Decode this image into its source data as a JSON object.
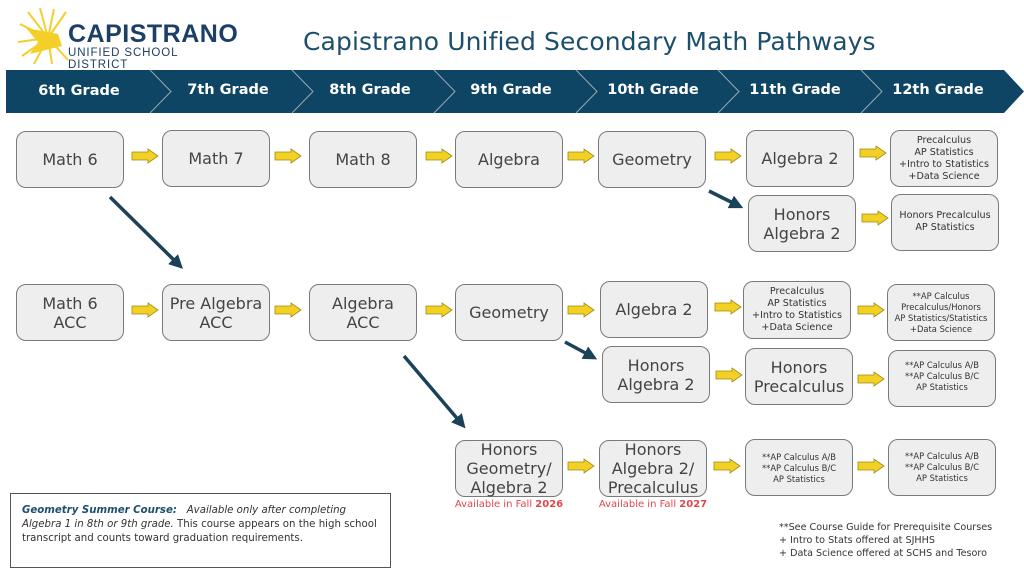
{
  "logo": {
    "main": "CAPISTRANO",
    "sub": "UNIFIED SCHOOL DISTRICT"
  },
  "title": "Capistrano Unified Secondary Math Pathways",
  "colors": {
    "header_bar": "#0f4564",
    "arrow_yellow": "#f2d124",
    "diag_arrow": "#1b4259",
    "available_red": "#e0474c",
    "box_fill": "#eeeeee"
  },
  "grades": [
    "6th Grade",
    "7th Grade",
    "8th Grade",
    "9th Grade",
    "10th Grade",
    "11th Grade",
    "12th Grade"
  ],
  "pathway1": {
    "math6": "Math 6",
    "math7": "Math 7",
    "math8": "Math 8",
    "algebra": "Algebra",
    "geometry": "Geometry",
    "algebra2": "Algebra 2",
    "g12_a": "Precalculus\nAP Statistics\n+Intro to Statistics\n+Data Science",
    "honors_alg2": "Honors\nAlgebra 2",
    "g12_b": "Honors Precalculus\nAP Statistics"
  },
  "pathway2": {
    "math6acc": "Math 6\nACC",
    "prealg": "Pre Algebra\nACC",
    "algacc": "Algebra\nACC",
    "geometry": "Geometry",
    "algebra2": "Algebra 2",
    "g11_a": "Precalculus\nAP Statistics\n+Intro to Statistics\n+Data Science",
    "g12_a": "**AP Calculus\nPrecalculus/Honors\nAP Statistics/Statistics\n+Data Science",
    "honors_alg2": "Honors\nAlgebra 2",
    "honors_precalc": "Honors\nPrecalculus",
    "g12_b": "**AP Calculus A/B\n**AP Calculus B/C\nAP Statistics"
  },
  "pathway3": {
    "hon_geo": "Honors\nGeometry/\nAlgebra 2",
    "hon_alg2": "Honors\nAlgebra 2/\nPrecalculus",
    "g11": "**AP Calculus A/B\n**AP Calculus B/C\nAP Statistics",
    "g12": "**AP Calculus A/B\n**AP Calculus B/C\nAP Statistics",
    "avail1_prefix": "Available in Fall ",
    "avail1_year": "2026",
    "avail2_prefix": "Available in Fall ",
    "avail2_year": "2027"
  },
  "note": {
    "label": "Geometry  Summer Course:",
    "italic": "Available only after completing Algebra 1 in 8th or 9th grade.",
    "rest": " This course appears on the high school transcript and counts toward graduation requirements."
  },
  "footnotes": [
    "**See Course Guide for Prerequisite Courses",
    "+ Intro to Stats offered at SJHHS",
    "+ Data Science offered at SCHS and Tesoro"
  ]
}
